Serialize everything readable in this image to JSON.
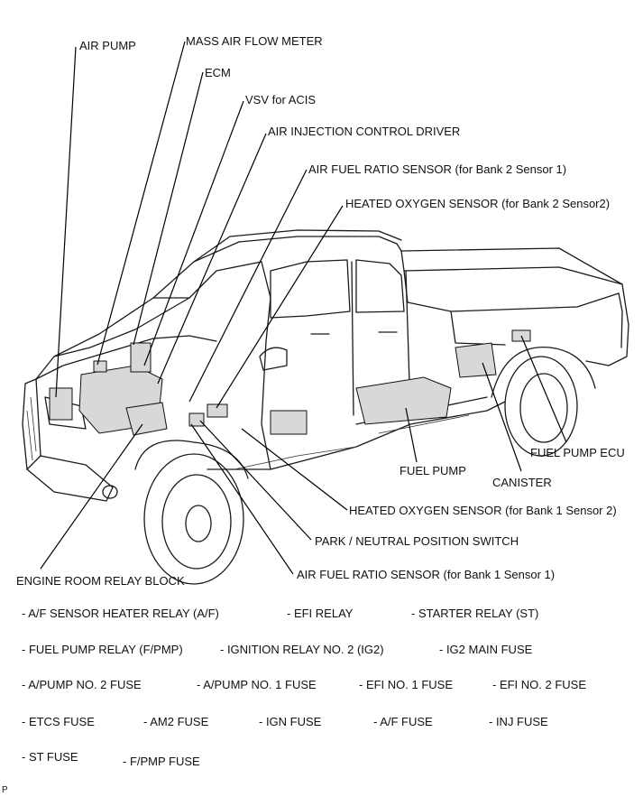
{
  "callouts": {
    "air_pump": "AIR PUMP",
    "mass_air_flow_meter": "MASS AIR FLOW METER",
    "ecm": "ECM",
    "vsv_acis": "VSV for ACIS",
    "air_injection_control_driver": "AIR INJECTION CONTROL DRIVER",
    "af_sensor_bank2": "AIR FUEL RATIO SENSOR (for Bank 2 Sensor 1)",
    "heated_o2_bank2": "HEATED OXYGEN SENSOR (for Bank 2 Sensor2)",
    "fuel_pump_ecu": "FUEL PUMP ECU",
    "fuel_pump": "FUEL PUMP",
    "canister": "CANISTER",
    "heated_o2_bank1": "HEATED OXYGEN SENSOR (for Bank 1 Sensor 2)",
    "park_neutral_switch": "PARK / NEUTRAL POSITION SWITCH",
    "engine_room_relay_block": "ENGINE ROOM RELAY BLOCK",
    "af_sensor_bank1": "AIR FUEL RATIO SENSOR (for Bank 1 Sensor 1)"
  },
  "relay_items": [
    "- A/F SENSOR HEATER RELAY (A/F)",
    "- EFI RELAY",
    "- STARTER RELAY (ST)",
    "- FUEL PUMP RELAY (F/PMP)",
    "- IGNITION RELAY NO. 2 (IG2)",
    "- IG2 MAIN FUSE",
    "- A/PUMP NO. 2 FUSE",
    "- A/PUMP NO. 1 FUSE",
    "- EFI NO. 1 FUSE",
    "- EFI NO. 2 FUSE",
    "- ETCS FUSE",
    "- AM2 FUSE",
    "- IGN FUSE",
    "- A/F FUSE",
    "- INJ FUSE",
    "- ST FUSE",
    "- F/PMP FUSE"
  ],
  "figure_code": "P"
}
